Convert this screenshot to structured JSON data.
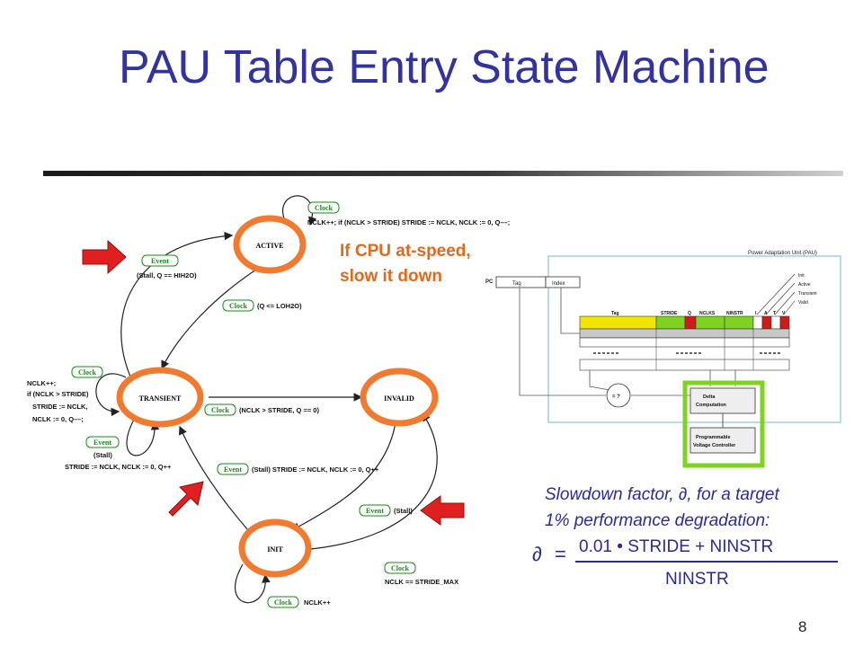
{
  "slide": {
    "title": "PAU Table Entry State Machine",
    "page_number": "8",
    "note_lines": [
      "If CPU at-speed,",
      "slow it down"
    ]
  },
  "state_machine": {
    "states": [
      "ACTIVE",
      "TRANSIENT",
      "INVALID",
      "INIT"
    ],
    "labels": {
      "active_self_clock": "Clock",
      "active_self_action": "NCLK++; if (NCLK > STRIDE) STRIDE := NCLK, NCLK := 0, Q––;",
      "event_to_active": "Event",
      "event_to_active_cond": "(Stall, Q == HIH2O)",
      "clock_to_transient": "Clock",
      "clock_to_transient_cond": "(Q <= LOH2O)",
      "transient_self_clock": "Clock",
      "transient_action_lines": [
        "NCLK++;",
        "if (NCLK > STRIDE)",
        "STRIDE := NCLK,",
        "NCLK := 0, Q––;"
      ],
      "transient_self_event": "Event",
      "transient_event_cond": "(Stall)",
      "transient_event_action": "STRIDE := NCLK, NCLK := 0, Q++",
      "transient_to_invalid_clock": "Clock",
      "transient_to_invalid_cond": "(NCLK > STRIDE, Q == 0)",
      "init_to_transient_event": "Event",
      "init_to_transient_action": "(Stall) STRIDE := NCLK, NCLK := 0, Q++",
      "invalid_to_init_event": "Event",
      "invalid_to_init_cond": "(Stall)",
      "init_to_invalid_clock": "Clock",
      "init_to_invalid_cond": "NCLK == STRIDE_MAX",
      "init_self_clock": "Clock",
      "init_self_action": "NCLK++"
    }
  },
  "pau_diagram": {
    "title": "Power Adaptation Unit (PAU)",
    "pc": "PC",
    "tag": "Tag",
    "index": "Index",
    "columns": [
      "Tag",
      "STRIDE",
      "Q",
      "NCLKS",
      "NINSTR",
      "I",
      "A",
      "T",
      "V"
    ],
    "bit_labels": [
      "Init",
      "Active",
      "Transient",
      "Valid"
    ],
    "compare": "= ?",
    "delta_lines": [
      "Delta",
      "Computation"
    ],
    "vc_lines": [
      "Programmable",
      "Voltage Controller"
    ]
  },
  "formula": {
    "caption_lines": [
      "Slowdown factor, ∂, for a target",
      "1% performance degradation:"
    ],
    "lhs": "∂",
    "equals": "=",
    "numerator": "0.01 • STRIDE + NINSTR",
    "denominator": "NINSTR"
  },
  "colors": {
    "title": "#3333a0",
    "state_ring": "#f07a30",
    "note": "#e06a1c",
    "arrow_red": "#e02020",
    "label_green": "#1a8a1a",
    "highlight_green": "#7ed321",
    "formula": "#2a2a9a"
  }
}
